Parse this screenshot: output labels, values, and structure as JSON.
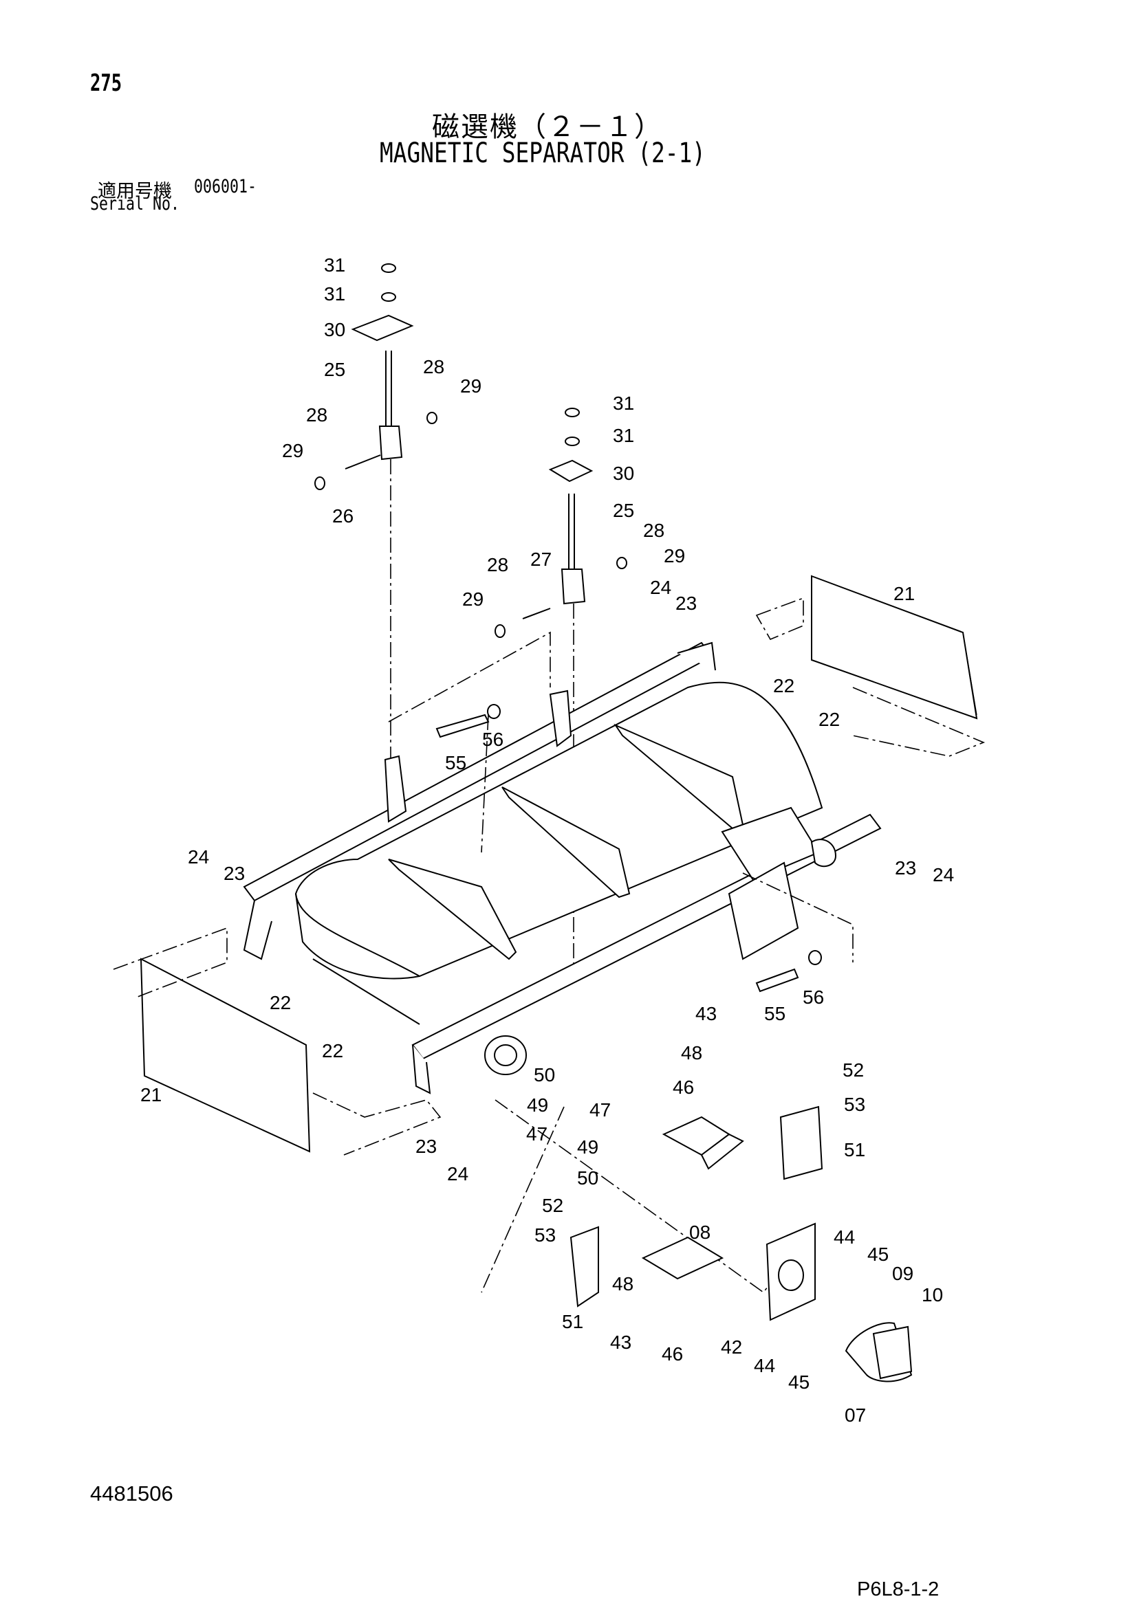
{
  "page_number": "275",
  "title_jp": "磁選機（２－１）",
  "title_en": "MAGNETIC SEPARATOR (2-1)",
  "serial": {
    "label_jp": "適用号機",
    "value": "006001-",
    "label_en": "Serial No."
  },
  "doc_number": "4481506",
  "ref_code": "P6L8-1-2",
  "part_labels": [
    "31",
    "31",
    "30",
    "25",
    "28",
    "29",
    "28",
    "29",
    "26",
    "31",
    "31",
    "30",
    "25",
    "28",
    "29",
    "28",
    "27",
    "29",
    "24",
    "23",
    "21",
    "22",
    "22",
    "55",
    "56",
    "24",
    "23",
    "23",
    "24",
    "22",
    "22",
    "21",
    "55",
    "56",
    "43",
    "48",
    "46",
    "52",
    "53",
    "51",
    "50",
    "49",
    "47",
    "47",
    "49",
    "50",
    "23",
    "24",
    "52",
    "53",
    "08",
    "44",
    "45",
    "09",
    "10",
    "48",
    "51",
    "43",
    "46",
    "42",
    "44",
    "45",
    "07"
  ]
}
